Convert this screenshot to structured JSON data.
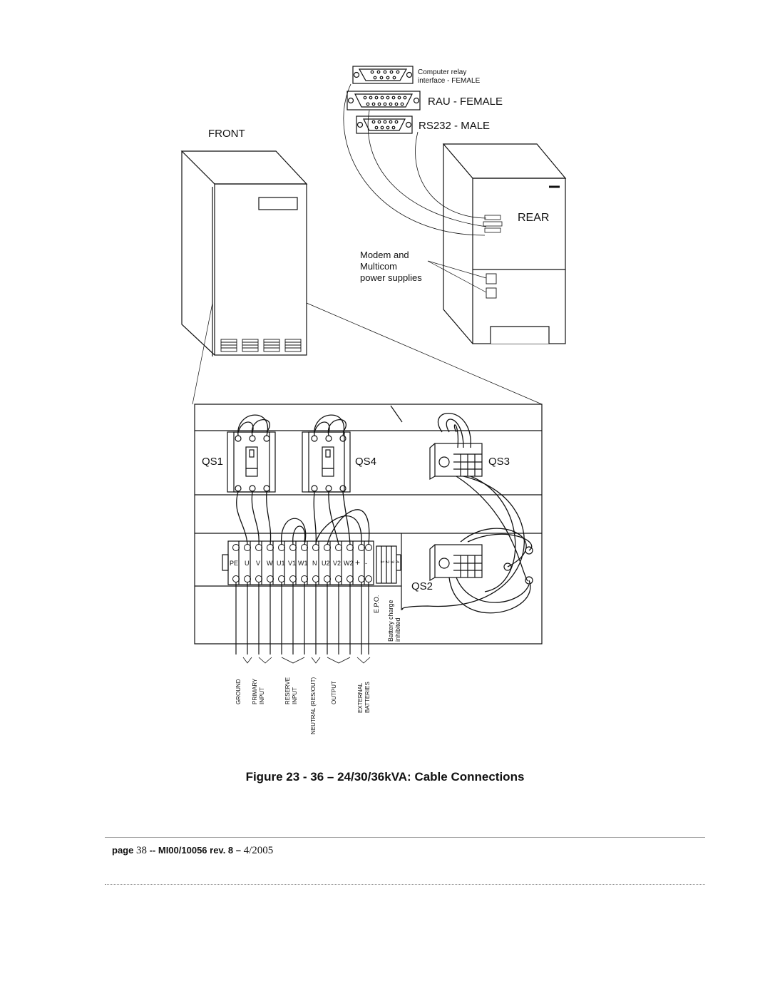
{
  "front_label": "FRONT",
  "rear_label": "REAR",
  "connectors": {
    "computer_relay": "Computer relay",
    "computer_relay_2": "interface - FEMALE",
    "rau": "RAU - FEMALE",
    "rs232": "RS232 - MALE"
  },
  "power_supplies": [
    "Modem and",
    "Multicom",
    "power supplies"
  ],
  "switches": {
    "qs1": "QS1",
    "qs4": "QS4",
    "qs3": "QS3",
    "qs2": "QS2"
  },
  "terminals": [
    "PE",
    "U",
    "V",
    "W",
    "U1",
    "V1",
    "W1",
    "N",
    "U2",
    "V2",
    "W2",
    "+",
    "-"
  ],
  "side_terminals": [
    "1",
    "2",
    "3",
    "4"
  ],
  "epo": "E.P.O.",
  "battery": [
    "Battery charge",
    "inhibited"
  ],
  "groups": [
    [
      "GROUND"
    ],
    [
      "PRIMARY",
      "INPUT"
    ],
    [
      "RESERVE",
      "INPUT"
    ],
    [
      "NEUTRAL (RES/OUT)"
    ],
    [
      "OUTPUT"
    ],
    [
      "EXTERNAL",
      "BATTERIES"
    ]
  ],
  "caption": "Figure 23 - 36 – 24/30/36kVA: Cable Connections",
  "footer": {
    "page_word": "page",
    "page_num": "38",
    "doc": "-- MI00/10056 rev. 8 –",
    "date": "4/2005"
  }
}
